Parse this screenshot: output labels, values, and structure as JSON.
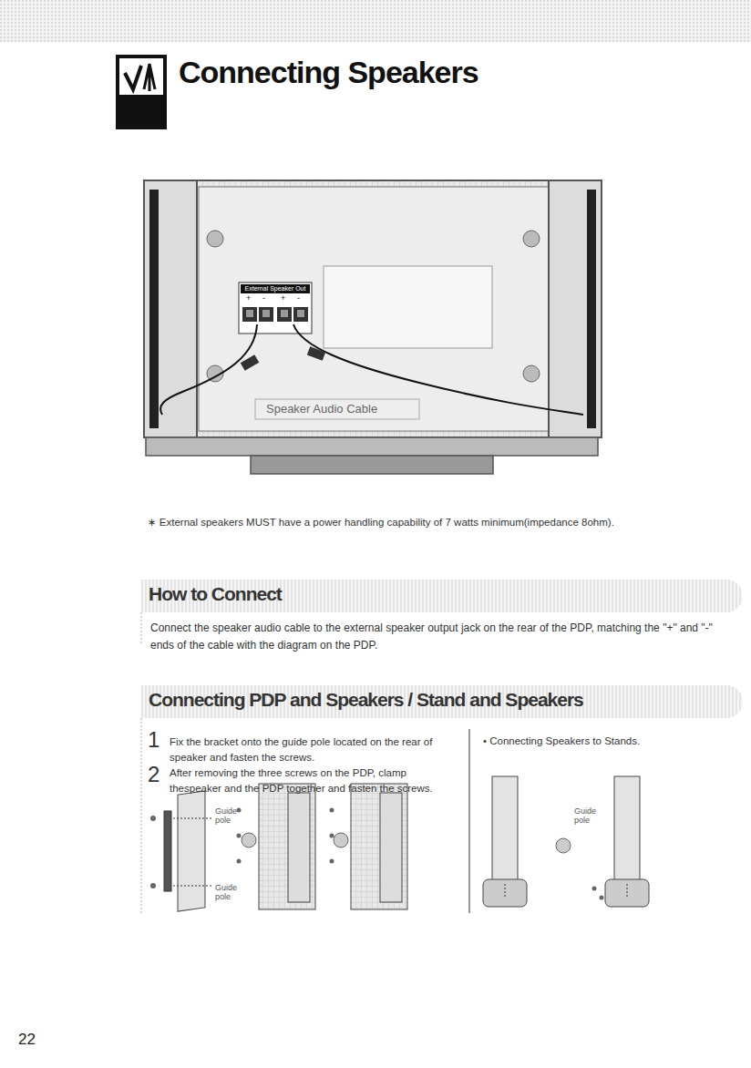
{
  "diagram": {
    "title": "Connecting Speakers",
    "nodes": [
      {
        "text": [
          "How to Connect",
          "Connect the speaker audio cable to the external speaker output jack on the rear of the PDP, matching the \"+\" and \"-\" ends of the cable with the diagram on the PDP."
        ]
      },
      {
        "text": [
          "Connecting PDP and Speakers / Stand and Speakers"
        ]
      }
    ],
    "labels": [
      "External Speaker Out",
      "+",
      "-",
      "+",
      "-",
      "Speaker Audio Cable",
      "∗ External speakers MUST have a power handling capability of 7 watts minimum(impedance 8ohm).",
      "1",
      "Fix the bracket onto the guide pole located on the rear of speaker and fasten the screws.",
      "2",
      "After removing the three screws on the PDP, clamp thespeaker and the PDP together and fasten the screws.",
      "• Connecting Speakers to Stands.",
      "Guide pole",
      "Guide pole",
      "Guide pole",
      "22"
    ]
  }
}
